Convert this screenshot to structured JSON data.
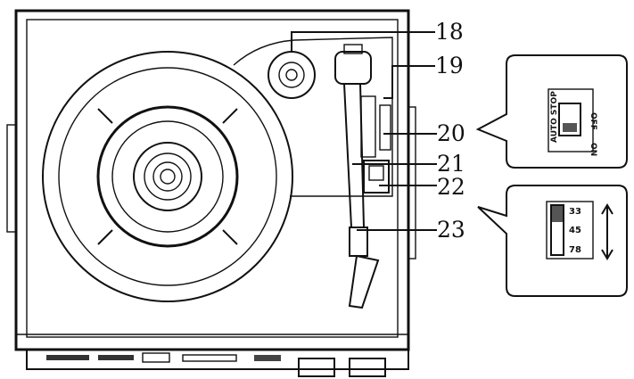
{
  "callouts": [
    {
      "number": "18"
    },
    {
      "number": "19"
    },
    {
      "number": "20"
    },
    {
      "number": "21"
    },
    {
      "number": "22"
    },
    {
      "number": "23"
    }
  ],
  "auto_stop_switch": {
    "top_left_label": "AUTO STOP",
    "top_right_label": "OFF",
    "bottom_right_label": "ON"
  },
  "speed_selector": {
    "options": [
      "33",
      "45",
      "78"
    ]
  }
}
